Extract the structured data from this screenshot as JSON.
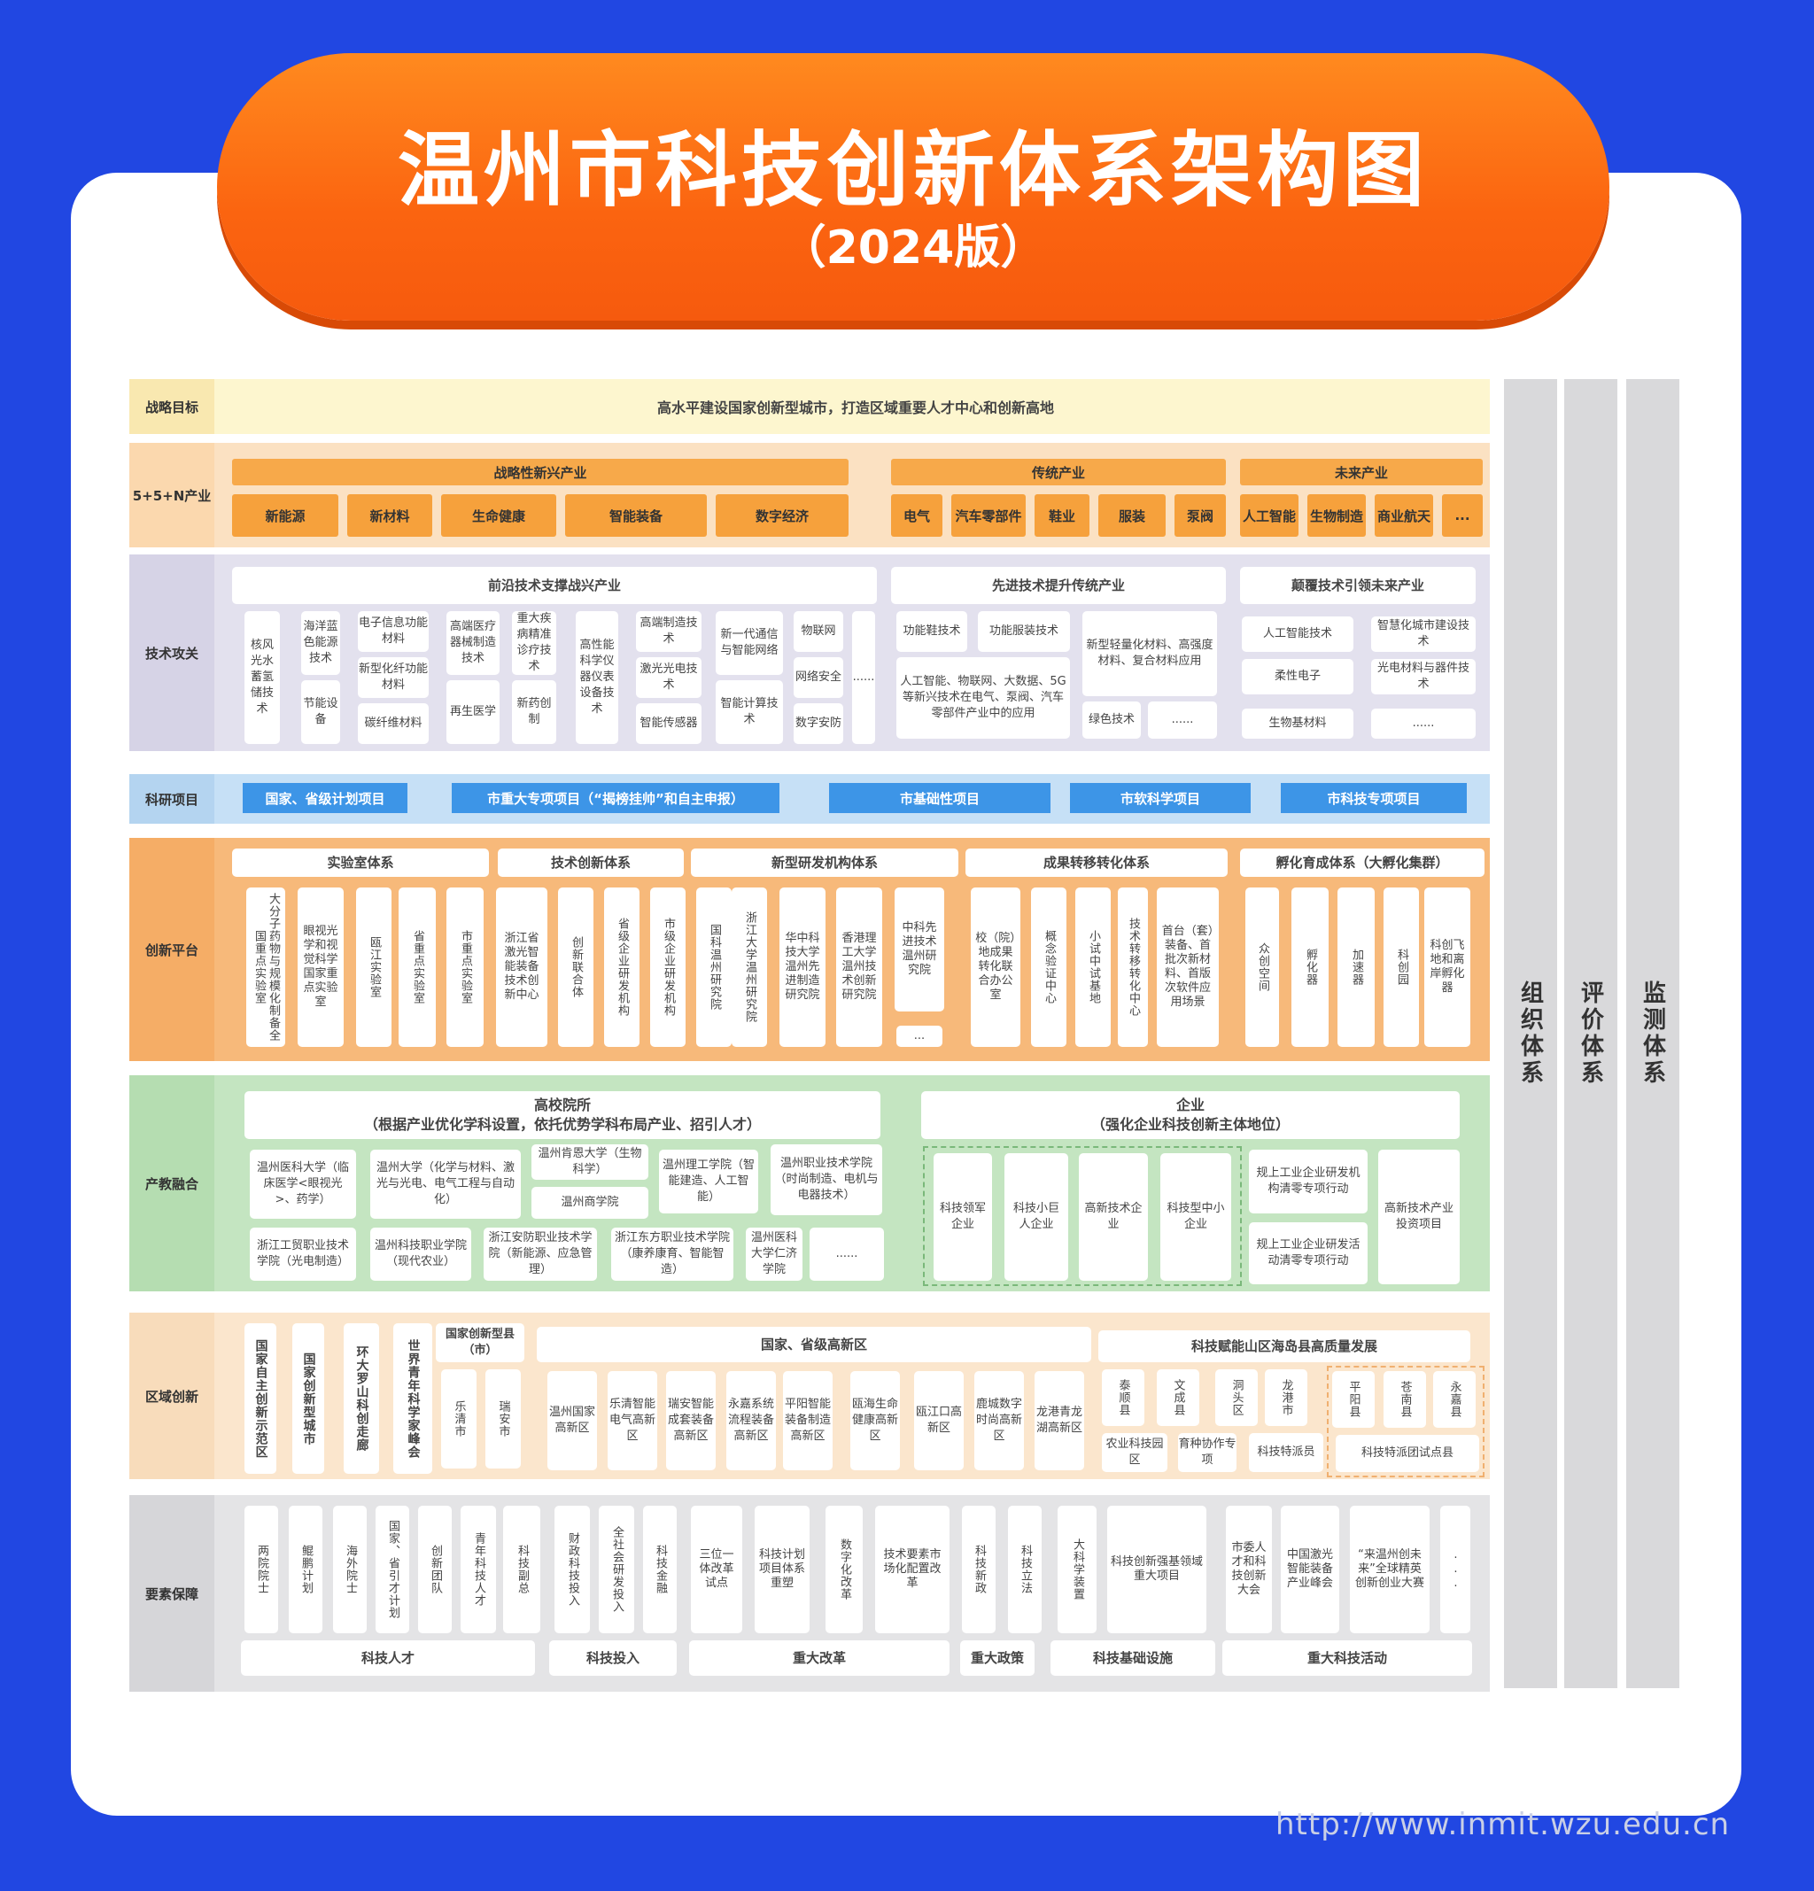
{
  "title": "温州市科技创新体系架构图",
  "subtitle": "（2024版）",
  "watermark": "http://www.inmit.wzu.edu.cn",
  "side_labels": [
    "组织体系",
    "评价体系",
    "监测体系"
  ],
  "rows": {
    "goal": {
      "label": "战略目标",
      "text": "高水平建设国家创新型城市，打造区域重要人才中心和创新高地"
    },
    "industry": {
      "label": "5+5+N产业",
      "groups": [
        {
          "title": "战略性新兴产业",
          "items": [
            "新能源",
            "新材料",
            "生命健康",
            "智能装备",
            "数字经济"
          ]
        },
        {
          "title": "传统产业",
          "items": [
            "电气",
            "汽车零部件",
            "鞋业",
            "服装",
            "泵阀"
          ]
        },
        {
          "title": "未来产业",
          "items": [
            "人工智能",
            "生物制造",
            "商业航天",
            "..."
          ]
        }
      ]
    },
    "tech": {
      "label": "技术攻关",
      "groups": [
        {
          "title": "前沿技术支撑战兴产业",
          "cols": [
            [
              "核风光水蓄氢储技术"
            ],
            [
              "海洋蓝色能源技术",
              "节能设备"
            ],
            [
              "电子信息功能材料",
              "新型化纤功能材料",
              "碳纤维材料"
            ],
            [
              "高端医疗器械制造技术",
              "再生医学"
            ],
            [
              "重大疾病精准诊疗技术",
              "新药创制"
            ],
            [
              "高性能科学仪器仪表设备技术"
            ],
            [
              "高端制造技术",
              "激光光电技术",
              "智能传感器"
            ],
            [
              "新一代通信与智能网络",
              "智能计算技术"
            ],
            [
              "物联网",
              "网络安全",
              "数字安防"
            ],
            [
              "......"
            ]
          ]
        },
        {
          "title": "先进技术提升传统产业",
          "items": [
            "功能鞋技术",
            "功能服装技术",
            "新型轻量化材料、高强度材料、复合材料应用",
            "人工智能、物联网、大数据、5G等新兴技术在电气、泵阀、汽车零部件产业中的应用",
            "绿色技术",
            "......"
          ]
        },
        {
          "title": "颠覆技术引领未来产业",
          "items": [
            "人工智能技术",
            "智慧化城市建设技术",
            "柔性电子",
            "光电材料与器件技术",
            "生物基材料",
            "......"
          ]
        }
      ]
    },
    "projects": {
      "label": "科研项目",
      "items": [
        "国家、省级计划项目",
        "市重大专项项目（“揭榜挂帅”和自主申报）",
        "市基础性项目",
        "市软科学项目",
        "市科技专项项目"
      ]
    },
    "platform": {
      "label": "创新平台",
      "groups": [
        {
          "title": "实验室体系",
          "items": [
            "大分子药物与规模化制备全国重点实验室",
            "眼视光学和视觉科学国家重点实验室",
            "瓯江实验室",
            "省重点实验室",
            "市重点实验室"
          ]
        },
        {
          "title": "技术创新体系",
          "items": [
            "浙江省激光智能装备技术创新中心",
            "创新联合体",
            "省级企业研发机构",
            "市级企业研发机构"
          ]
        },
        {
          "title": "新型研发机构体系",
          "items": [
            "国科温州研究院",
            "浙江大学温州研究院",
            "华中科技大学温州先进制造研究院",
            "香港理工大学温州技术创新研究院",
            "中科先进技术温州研究院",
            "..."
          ]
        },
        {
          "title": "成果转移转化体系",
          "items": [
            "校（院）地成果转化联合办公室",
            "概念验证中心",
            "小试中试基地",
            "技术转移转化中心",
            "首台（套）装备、首批次新材料、首版次软件应用场景"
          ]
        },
        {
          "title": "孵化育成体系（大孵化集群）",
          "items": [
            "众创空间",
            "孵化器",
            "加速器",
            "科创园",
            "科创飞地和离岸孵化器"
          ]
        }
      ]
    },
    "edu": {
      "label": "产教融合",
      "uni_title": "高校院所",
      "uni_sub": "（根据产业优化学科设置，依托优势学科布局产业、招引人才）",
      "uni_items": [
        "温州医科大学（临床医学<眼视光>、药学）",
        "温州大学（化学与材料、激光与光电、电气工程与自动化）",
        "温州肯恩大学（生物科学）",
        "温州商学院",
        "温州理工学院（智能建造、人工智能）",
        "温州职业技术学院（时尚制造、电机与电器技术）",
        "浙江工贸职业技术学院（光电制造）",
        "温州科技职业学院（现代农业）",
        "浙江安防职业技术学院（新能源、应急管理）",
        "浙江东方职业技术学院（康养康育、智能智造）",
        "温州医科大学仁济学院",
        "......"
      ],
      "ent_title": "企业",
      "ent_sub": "（强化企业科技创新主体地位）",
      "ent_items": [
        "科技领军企业",
        "科技小巨人企业",
        "高新技术企业",
        "科技型中小企业",
        "规上工业企业研发机构清零专项行动",
        "规上工业企业研发活动清零专项行动",
        "高新技术产业投资项目"
      ]
    },
    "region": {
      "label": "区域创新",
      "left": [
        "国家自主创新示范区",
        "国家创新型城市",
        "环大罗山科创走廊",
        "世界青年科学家峰会"
      ],
      "county_title": "国家创新型县（市）",
      "counties": [
        "乐清市",
        "瑞安市"
      ],
      "zone_title": "国家、省级高新区",
      "zones": [
        "温州国家高新区",
        "乐清智能电气高新区",
        "瑞安智能成套装备高新区",
        "永嘉系统流程装备高新区",
        "平阳智能装备制造高新区",
        "瓯海生命健康高新区",
        "瓯江口高新区",
        "鹿城数字时尚高新区",
        "龙港青龙湖高新区"
      ],
      "mount_title": "科技赋能山区海岛县高质量发展",
      "mount_items": [
        "泰顺县",
        "文成县",
        "洞头区",
        "龙港市",
        "平阳县",
        "苍南县",
        "永嘉县"
      ],
      "mount_bottom": [
        "农业科技园区",
        "育种协作专项",
        "科技特派员",
        "科技特派团试点县"
      ]
    },
    "support": {
      "label": "要素保障",
      "groups": [
        {
          "title": "科技人才",
          "items": [
            "两院院士",
            "鲲鹏计划",
            "海外院士",
            "国家、省引才计划",
            "创新团队",
            "青年科技人才",
            "科技副总"
          ]
        },
        {
          "title": "科技投入",
          "items": [
            "财政科技投入",
            "全社会研发投入",
            "科技金融"
          ]
        },
        {
          "title": "重大改革",
          "items": [
            "三位一体改革试点",
            "科技计划项目体系重塑",
            "数字化改革",
            "技术要素市场化配置改革"
          ]
        },
        {
          "title": "重大政策",
          "items": [
            "科技新政",
            "科技立法"
          ]
        },
        {
          "title": "科技基础设施",
          "items": [
            "大科学装置",
            "科技创新强基领域重大项目"
          ]
        },
        {
          "title": "重大科技活动",
          "items": [
            "市委人才和科技创新大会",
            "中国激光智能装备产业峰会",
            "“来温州创未来”全球精英创新创业大赛",
            "..."
          ]
        }
      ]
    }
  }
}
